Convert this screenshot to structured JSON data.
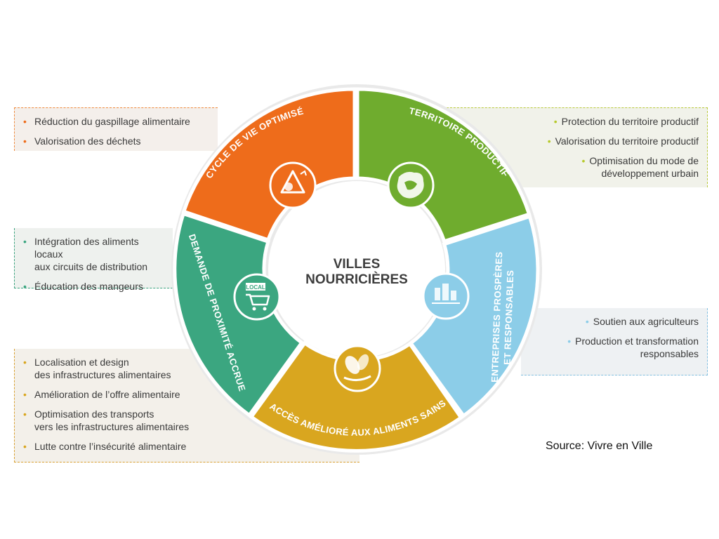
{
  "center": {
    "line1": "VILLES",
    "line2": "NOURRICIÈRES"
  },
  "segments": [
    {
      "id": "cycle",
      "label": "CYCLE DE VIE OPTIMISÉ",
      "color": "#ee6c1b",
      "icon": "recycle-icon"
    },
    {
      "id": "territoire",
      "label": "TERRITOIRE PRODUCTIF",
      "color": "#6fac2e",
      "icon": "territory-map-icon"
    },
    {
      "id": "entreprises",
      "label1": "ENTREPRISES PROSPÈRES",
      "label2": "ET RESPONSABLES",
      "color": "#8ccde8",
      "icon": "business-icon"
    },
    {
      "id": "acces",
      "label": "ACCÈS AMÉLIORÉ AUX ALIMENTS SAINS",
      "color": "#d9a61f",
      "icon": "healthy-food-icon"
    },
    {
      "id": "demande",
      "label": "DEMANDE DE PROXIMITÉ ACCRUE",
      "color": "#3ba680",
      "icon": "local-cart-icon",
      "icon_text": "LOCAL"
    }
  ],
  "panels": {
    "orange": {
      "dot_color": "#ee6c1b",
      "items": [
        "Réduction du gaspillage alimentaire",
        "Valorisation des déchets"
      ]
    },
    "green": {
      "dot_color": "#b6c92b",
      "items": [
        "Protection du territoire productif",
        "Valorisation du territoire productif",
        [
          "Optimisation du mode de",
          "développement urbain"
        ]
      ]
    },
    "teal": {
      "dot_color": "#3ba680",
      "items": [
        [
          "Intégration des aliments locaux",
          "aux circuits de distribution"
        ],
        "Éducation des mangeurs"
      ]
    },
    "blue": {
      "dot_color": "#8ccde8",
      "items": [
        "Soutien aux agriculteurs",
        [
          "Production et transformation",
          "responsables"
        ]
      ]
    },
    "yellow": {
      "dot_color": "#d9a61f",
      "items": [
        [
          "Localisation et design",
          "des infrastructures alimentaires"
        ],
        "Amélioration de l’offre alimentaire",
        [
          "Optimisation des transports",
          "vers les infrastructures alimentaires"
        ],
        "Lutte contre l’insécurité alimentaire"
      ]
    }
  },
  "source": "Source: Vivre en Ville"
}
